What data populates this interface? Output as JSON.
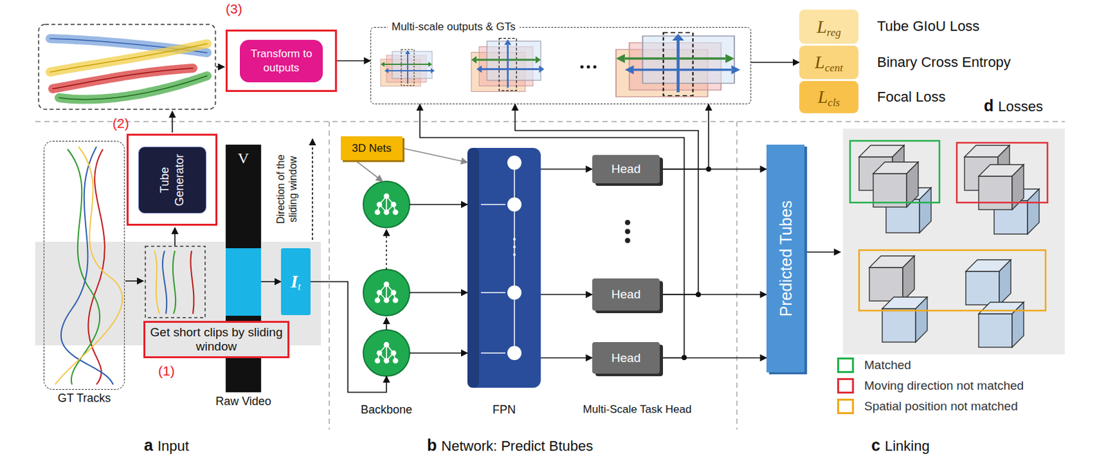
{
  "diagram": {
    "nodes": [
      {
        "text": [
          "Transform to outputs"
        ]
      },
      {
        "text": [
          "Multi-scale outputs & GTs"
        ]
      },
      {
        "text": [
          "L",
          "reg"
        ]
      },
      {
        "text": [
          "L",
          "cent"
        ]
      },
      {
        "text": [
          "L",
          "cls"
        ]
      },
      {
        "text": [
          "GT Tracks"
        ]
      },
      {
        "text": [
          "Tube Generator"
        ]
      },
      {
        "text": [
          "V",
          "Raw Video"
        ]
      },
      {
        "text": [
          "I",
          "t"
        ]
      },
      {
        "text": [
          "Get short clips by sliding window"
        ]
      },
      {
        "text": [
          "3D Nets"
        ]
      },
      {
        "text": [
          "Backbone"
        ]
      },
      {
        "text": [
          "FPN"
        ]
      },
      {
        "text": [
          "Head"
        ]
      },
      {
        "text": [
          "Head"
        ]
      },
      {
        "text": [
          "Head"
        ]
      },
      {
        "text": [
          "Predicted Tubes"
        ]
      }
    ],
    "edges": [
      {
        "from": 0,
        "to": 1,
        "arrow": "to"
      },
      {
        "from": 1,
        "to": 3,
        "arrow": "to"
      },
      {
        "from": 7,
        "to": 8,
        "arrow": "to"
      },
      {
        "from": 8,
        "to": 11,
        "arrow": "to"
      },
      {
        "from": 10,
        "to": 11,
        "arrow": "to"
      },
      {
        "from": 10,
        "to": 12,
        "arrow": "to"
      },
      {
        "from": 11,
        "to": 12,
        "arrow": "to"
      },
      {
        "from": 11,
        "to": 12,
        "arrow": "to"
      },
      {
        "from": 11,
        "to": 12,
        "arrow": "to"
      },
      {
        "from": 12,
        "to": 13,
        "arrow": "to"
      },
      {
        "from": 12,
        "to": 14,
        "arrow": "to"
      },
      {
        "from": 12,
        "to": 15,
        "arrow": "to"
      },
      {
        "from": 13,
        "to": 16,
        "arrow": "to"
      },
      {
        "from": 14,
        "to": 16,
        "arrow": "to"
      },
      {
        "from": 15,
        "to": 16,
        "arrow": "to"
      },
      {
        "from": 13,
        "to": 1,
        "arrow": "to"
      },
      {
        "from": 14,
        "to": 1,
        "arrow": "to"
      },
      {
        "from": 15,
        "to": 1,
        "arrow": "to"
      }
    ],
    "labels": [
      "(3)",
      "(2)",
      "(1)",
      "Tube GIoU Loss",
      "Binary Cross Entropy",
      "Focal Loss",
      "d",
      "Losses",
      "Direction of the sliding window",
      "Multi-Scale Task Head",
      "a",
      "Input",
      "b",
      "Network: Predict Btubes",
      "c",
      "Linking"
    ],
    "legend": [
      {
        "text": "Matched",
        "color": "#22b14c"
      },
      {
        "text": "Moving direction not matched",
        "color": "#e0303a"
      },
      {
        "text": "Spatial position not matched",
        "color": "#f0a818"
      }
    ]
  }
}
